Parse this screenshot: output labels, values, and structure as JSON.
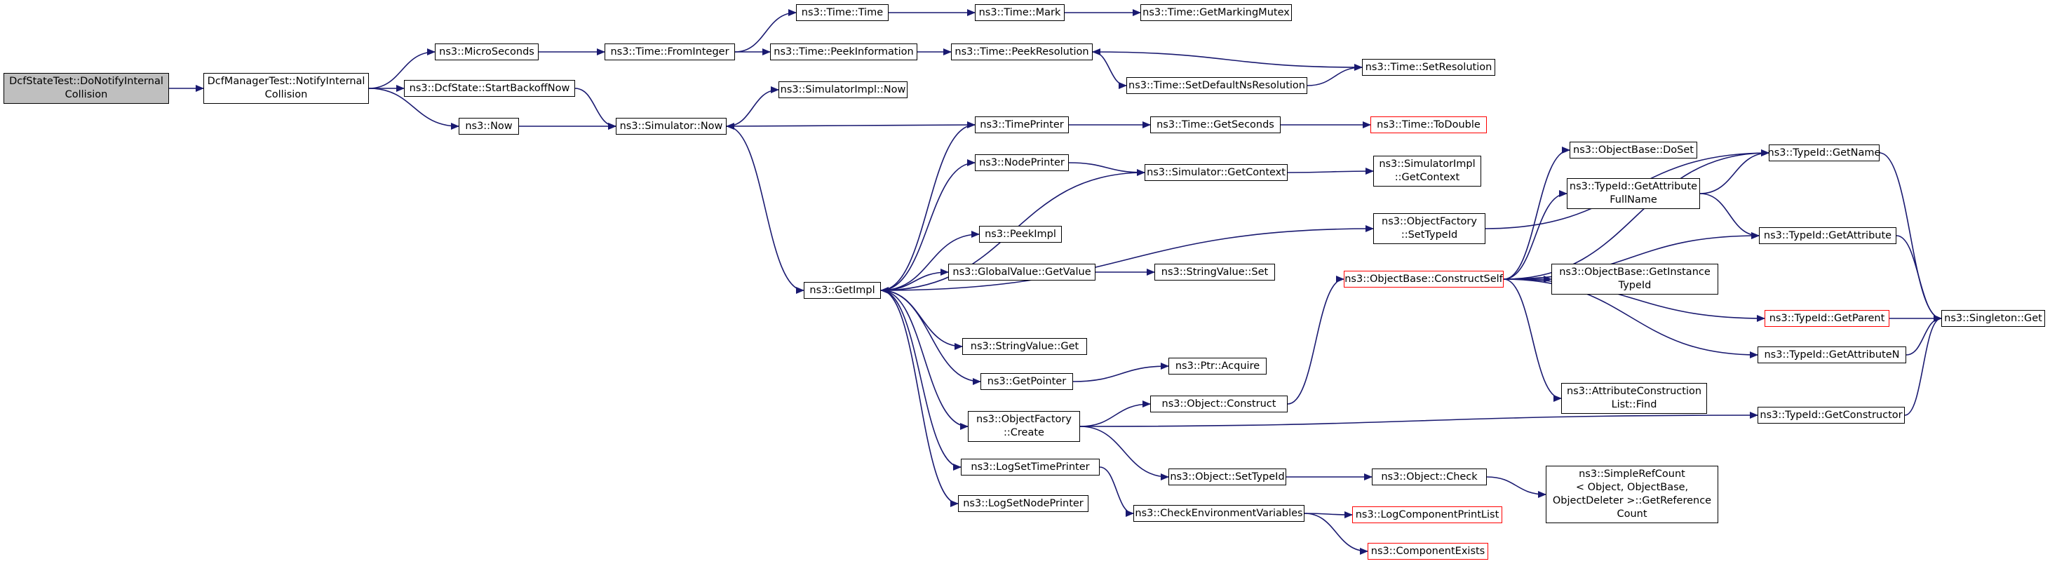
{
  "colors": {
    "edge": "#191970",
    "root_fill": "#bfbfbf",
    "incomplete_border": "#ff0000"
  },
  "nodes": [
    {
      "id": "root",
      "label": "DcfStateTest::DoNotifyInternal\nCollision",
      "root": true
    },
    {
      "id": "dmt",
      "label": "DcfManagerTest::NotifyInternal\nCollision"
    },
    {
      "id": "micro",
      "label": "ns3::MicroSeconds"
    },
    {
      "id": "sbn",
      "label": "ns3::DcfState::StartBackoffNow"
    },
    {
      "id": "now",
      "label": "ns3::Now"
    },
    {
      "id": "fromint",
      "label": "ns3::Time::FromInteger"
    },
    {
      "id": "simnow",
      "label": "ns3::Simulator::Now"
    },
    {
      "id": "time",
      "label": "ns3::Time::Time"
    },
    {
      "id": "peekinfo",
      "label": "ns3::Time::PeekInformation"
    },
    {
      "id": "siminow",
      "label": "ns3::SimulatorImpl::Now"
    },
    {
      "id": "mark",
      "label": "ns3::Time::Mark"
    },
    {
      "id": "getmm",
      "label": "ns3::Time::GetMarkingMutex"
    },
    {
      "id": "peekres",
      "label": "ns3::Time::PeekResolution"
    },
    {
      "id": "setres",
      "label": "ns3::Time::SetResolution"
    },
    {
      "id": "setdef",
      "label": "ns3::Time::SetDefaultNsResolution"
    },
    {
      "id": "tprinter",
      "label": "ns3::TimePrinter"
    },
    {
      "id": "getsec",
      "label": "ns3::Time::GetSeconds"
    },
    {
      "id": "todouble",
      "label": "ns3::Time::ToDouble",
      "red": true
    },
    {
      "id": "nprinter",
      "label": "ns3::NodePrinter"
    },
    {
      "id": "getctx",
      "label": "ns3::Simulator::GetContext"
    },
    {
      "id": "simictx",
      "label": "ns3::SimulatorImpl\n::GetContext"
    },
    {
      "id": "getimpl",
      "label": "ns3::GetImpl"
    },
    {
      "id": "peekimpl",
      "label": "ns3::PeekImpl"
    },
    {
      "id": "gvget",
      "label": "ns3::GlobalValue::GetValue"
    },
    {
      "id": "svset",
      "label": "ns3::StringValue::Set"
    },
    {
      "id": "svget",
      "label": "ns3::StringValue::Get"
    },
    {
      "id": "getptr",
      "label": "ns3::GetPointer"
    },
    {
      "id": "acquire",
      "label": "ns3::Ptr::Acquire"
    },
    {
      "id": "ofcreate",
      "label": "ns3::ObjectFactory\n::Create"
    },
    {
      "id": "objconstr",
      "label": "ns3::Object::Construct"
    },
    {
      "id": "objsettid",
      "label": "ns3::Object::SetTypeId"
    },
    {
      "id": "lstp",
      "label": "ns3::LogSetTimePrinter"
    },
    {
      "id": "lsnp",
      "label": "ns3::LogSetNodePrinter"
    },
    {
      "id": "cev",
      "label": "ns3::CheckEnvironmentVariables"
    },
    {
      "id": "objcheck",
      "label": "ns3::Object::Check"
    },
    {
      "id": "lcpl",
      "label": "ns3::LogComponentPrintList",
      "red": true
    },
    {
      "id": "compex",
      "label": "ns3::ComponentExists",
      "red": true
    },
    {
      "id": "srcget",
      "label": "ns3::SimpleRefCount\n< Object, ObjectBase,\n ObjectDeleter >::GetReference\nCount"
    },
    {
      "id": "ofsettid",
      "label": "ns3::ObjectFactory\n::SetTypeId"
    },
    {
      "id": "cself",
      "label": "ns3::ObjectBase::ConstructSelf",
      "red": true
    },
    {
      "id": "doset",
      "label": "ns3::ObjectBase::DoSet"
    },
    {
      "id": "tidafn",
      "label": "ns3::TypeId::GetAttribute\nFullName"
    },
    {
      "id": "getinst",
      "label": "ns3::ObjectBase::GetInstance\nTypeId"
    },
    {
      "id": "acfind",
      "label": "ns3::AttributeConstruction\nList::Find"
    },
    {
      "id": "tidname",
      "label": "ns3::TypeId::GetName"
    },
    {
      "id": "tidattr",
      "label": "ns3::TypeId::GetAttribute"
    },
    {
      "id": "tidparent",
      "label": "ns3::TypeId::GetParent",
      "red": true
    },
    {
      "id": "tidattrn",
      "label": "ns3::TypeId::GetAttributeN"
    },
    {
      "id": "tidconstr",
      "label": "ns3::TypeId::GetConstructor"
    },
    {
      "id": "singleton",
      "label": "ns3::Singleton::Get"
    }
  ]
}
